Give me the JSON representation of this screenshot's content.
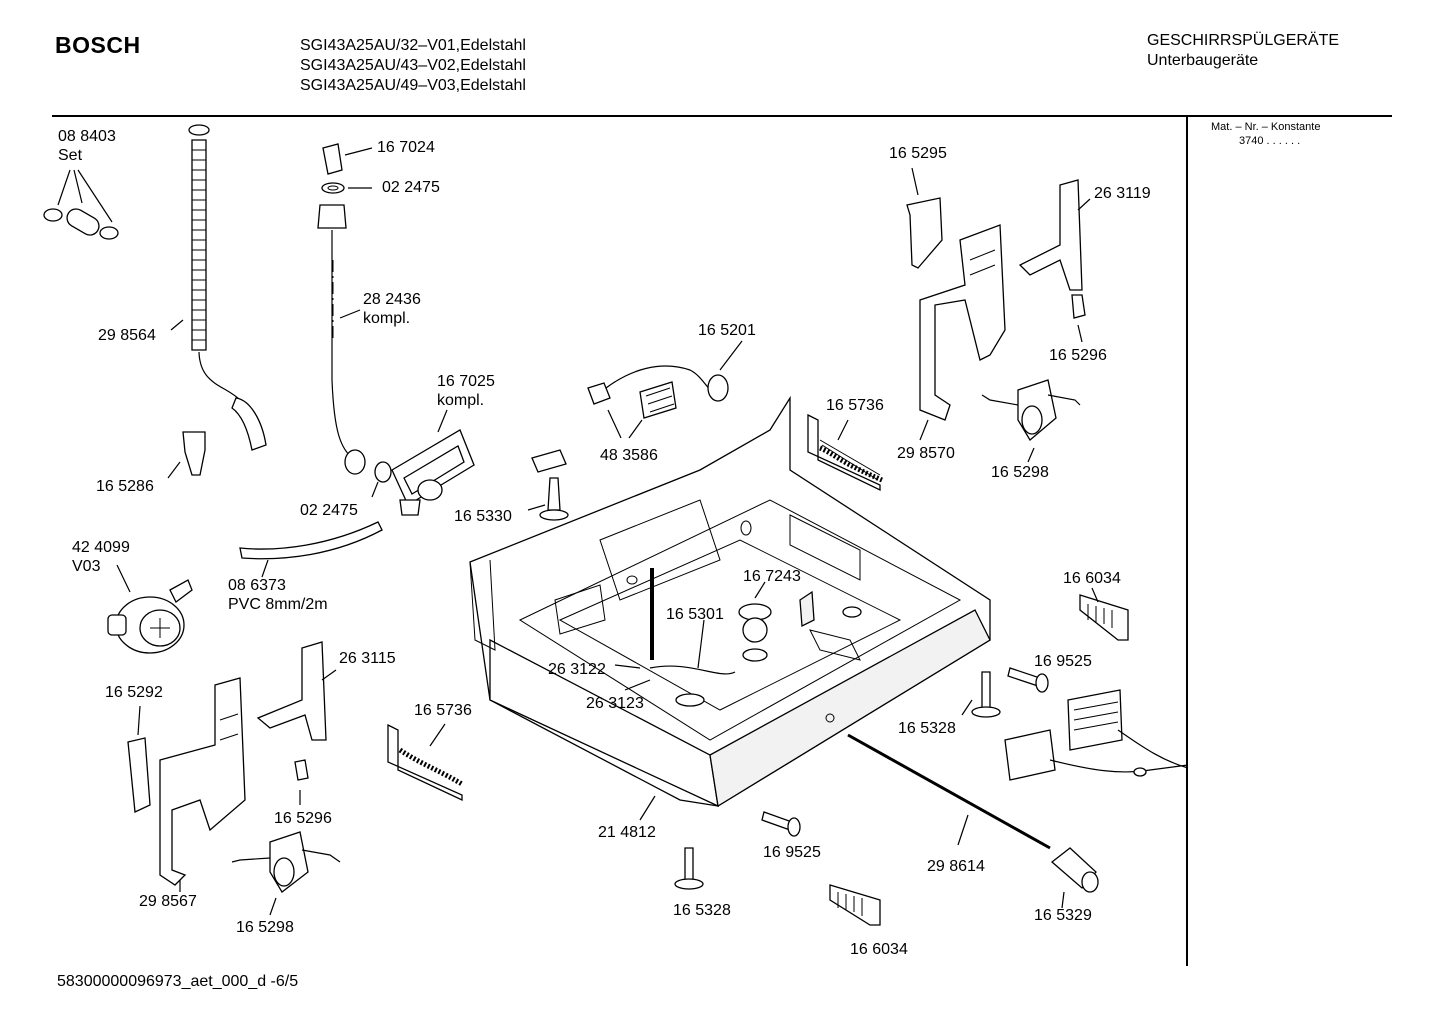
{
  "header": {
    "brand": "BOSCH",
    "models": [
      "SGI43A25AU/32–V01,Edelstahl",
      "SGI43A25AU/43–V02,Edelstahl",
      "SGI43A25AU/49–V03,Edelstahl"
    ],
    "category_line1": "GESCHIRRSPÜLGERÄTE",
    "category_line2": "Unterbaugeräte"
  },
  "side_panel": {
    "mat_nr_label": "Mat. – Nr. – Konstante",
    "mat_nr_value": "3740 . . . . . ."
  },
  "footer": {
    "document_id": "58300000096973_aet_000_d  -6/5"
  },
  "part_labels": [
    {
      "id": "p088403",
      "lines": [
        "08 8403",
        "Set"
      ]
    },
    {
      "id": "p298564",
      "lines": [
        "29 8564"
      ]
    },
    {
      "id": "p165286",
      "lines": [
        "16 5286"
      ]
    },
    {
      "id": "p424099",
      "lines": [
        "42 4099",
        "V03"
      ]
    },
    {
      "id": "p167024",
      "lines": [
        "16 7024"
      ]
    },
    {
      "id": "p022475a",
      "lines": [
        "02 2475"
      ]
    },
    {
      "id": "p282436",
      "lines": [
        "28 2436",
        "kompl."
      ]
    },
    {
      "id": "p167025",
      "lines": [
        "16 7025",
        "kompl."
      ]
    },
    {
      "id": "p022475b",
      "lines": [
        "02 2475"
      ]
    },
    {
      "id": "p086373",
      "lines": [
        "08 6373",
        "PVC 8mm/2m"
      ]
    },
    {
      "id": "p165201",
      "lines": [
        "16 5201"
      ]
    },
    {
      "id": "p483586",
      "lines": [
        "48 3586"
      ]
    },
    {
      "id": "p165330",
      "lines": [
        "16 5330"
      ]
    },
    {
      "id": "p165295",
      "lines": [
        "16 5295"
      ]
    },
    {
      "id": "p263119",
      "lines": [
        "26 3119"
      ]
    },
    {
      "id": "p165296a",
      "lines": [
        "16 5296"
      ]
    },
    {
      "id": "p165736a",
      "lines": [
        "16 5736"
      ]
    },
    {
      "id": "p298570",
      "lines": [
        "29 8570"
      ]
    },
    {
      "id": "p165298a",
      "lines": [
        "16 5298"
      ]
    },
    {
      "id": "p166034a",
      "lines": [
        "16 6034"
      ]
    },
    {
      "id": "p167243",
      "lines": [
        "16 7243"
      ]
    },
    {
      "id": "p165301",
      "lines": [
        "16 5301"
      ]
    },
    {
      "id": "p263122",
      "lines": [
        "26 3122"
      ]
    },
    {
      "id": "p263123",
      "lines": [
        "26 3123"
      ]
    },
    {
      "id": "p169525a",
      "lines": [
        "16 9525"
      ]
    },
    {
      "id": "p165328a",
      "lines": [
        "16 5328"
      ]
    },
    {
      "id": "p263115",
      "lines": [
        "26 3115"
      ]
    },
    {
      "id": "p165292",
      "lines": [
        "16 5292"
      ]
    },
    {
      "id": "p165736b",
      "lines": [
        "16 5736"
      ]
    },
    {
      "id": "p165296b",
      "lines": [
        "16 5296"
      ]
    },
    {
      "id": "p298567",
      "lines": [
        "29 8567"
      ]
    },
    {
      "id": "p165298b",
      "lines": [
        "16 5298"
      ]
    },
    {
      "id": "p214812",
      "lines": [
        "21 4812"
      ]
    },
    {
      "id": "p169525b",
      "lines": [
        "16 9525"
      ]
    },
    {
      "id": "p165328b",
      "lines": [
        "16 5328"
      ]
    },
    {
      "id": "p298614",
      "lines": [
        "29 8614"
      ]
    },
    {
      "id": "p165329",
      "lines": [
        "16 5329"
      ]
    },
    {
      "id": "p166034b",
      "lines": [
        "16 6034"
      ]
    }
  ]
}
